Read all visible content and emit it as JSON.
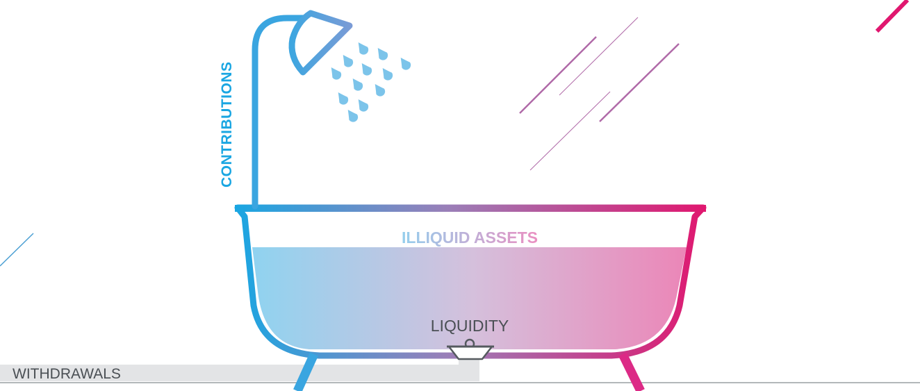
{
  "diagram": {
    "labels": {
      "contributions": "CONTRIBUTIONS",
      "illiquid_assets": "ILLIQUID ASSETS",
      "liquidity": "LIQUIDITY",
      "withdrawals": "WITHDRAWALS"
    },
    "colors": {
      "blue": "#1aa6e2",
      "pink": "#e0176f",
      "mauve": "#b06aa8",
      "water_left": "#8fd3f0",
      "water_right": "#ec84b6",
      "drop": "#7cc4ea",
      "drain": "#555a5f",
      "pipe": "#e3e4e6"
    },
    "icons": [
      "shower-head-icon",
      "water-drop-icon",
      "drain-plug-icon"
    ]
  }
}
